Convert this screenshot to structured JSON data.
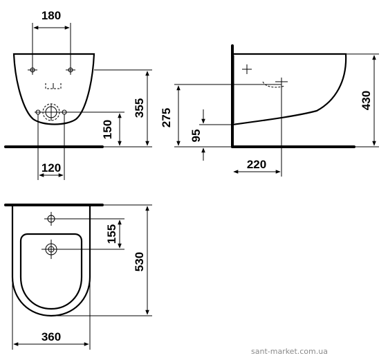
{
  "front_view": {
    "dim_bolt_spacing": "180",
    "dim_height_355": "355",
    "dim_height_150": "150",
    "dim_waste_spacing": "120"
  },
  "side_view": {
    "dim_height_430": "430",
    "dim_height_275": "275",
    "dim_height_95": "95",
    "dim_depth_220": "220"
  },
  "top_view": {
    "dim_tap_hole_155": "155",
    "dim_length_530": "530",
    "dim_width_360": "360"
  },
  "watermark": "sant-market.com.ua",
  "line_color": "#000000"
}
